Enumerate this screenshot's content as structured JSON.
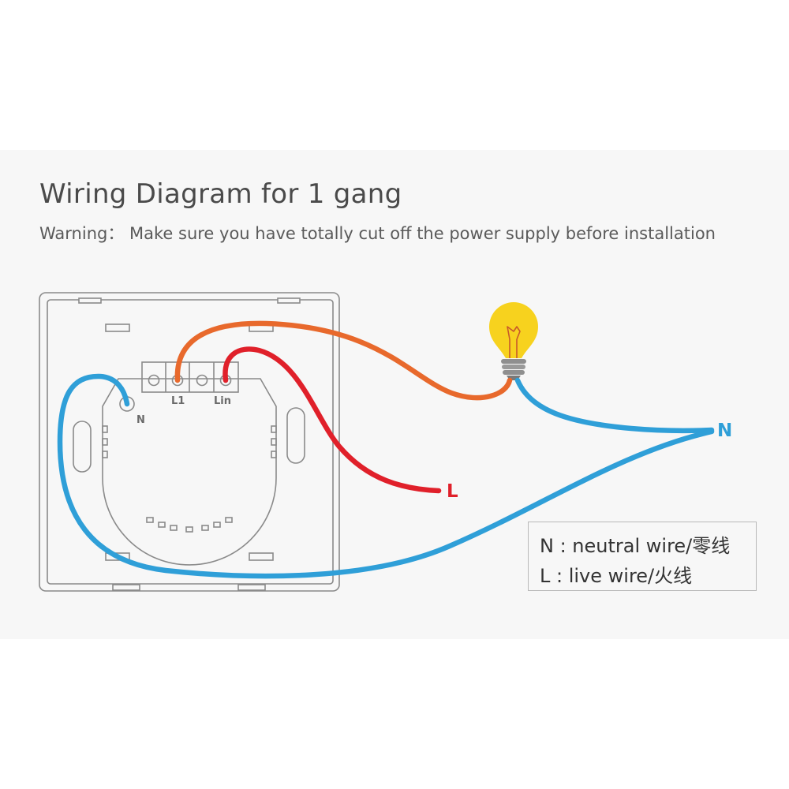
{
  "header": {
    "title": "Wiring Diagram for 1 gang",
    "warning": "Warning： Make sure you have totally cut off the power supply before installation"
  },
  "switch": {
    "terminal_l1": "L1",
    "terminal_lin": "Lin",
    "terminal_n": "N"
  },
  "wires": {
    "live_label": "L",
    "neutral_label": "N"
  },
  "legend": {
    "neutral": "N : neutral wire/零线",
    "live": "L : live wire/火线"
  },
  "colors": {
    "neutral_wire": "#2f9fd8",
    "live_wire": "#e0202a",
    "load_wire": "#e8692c",
    "bulb": "#f7d21e",
    "outline": "#8a8a8a"
  },
  "icons": {
    "bulb": "light-bulb-icon"
  }
}
